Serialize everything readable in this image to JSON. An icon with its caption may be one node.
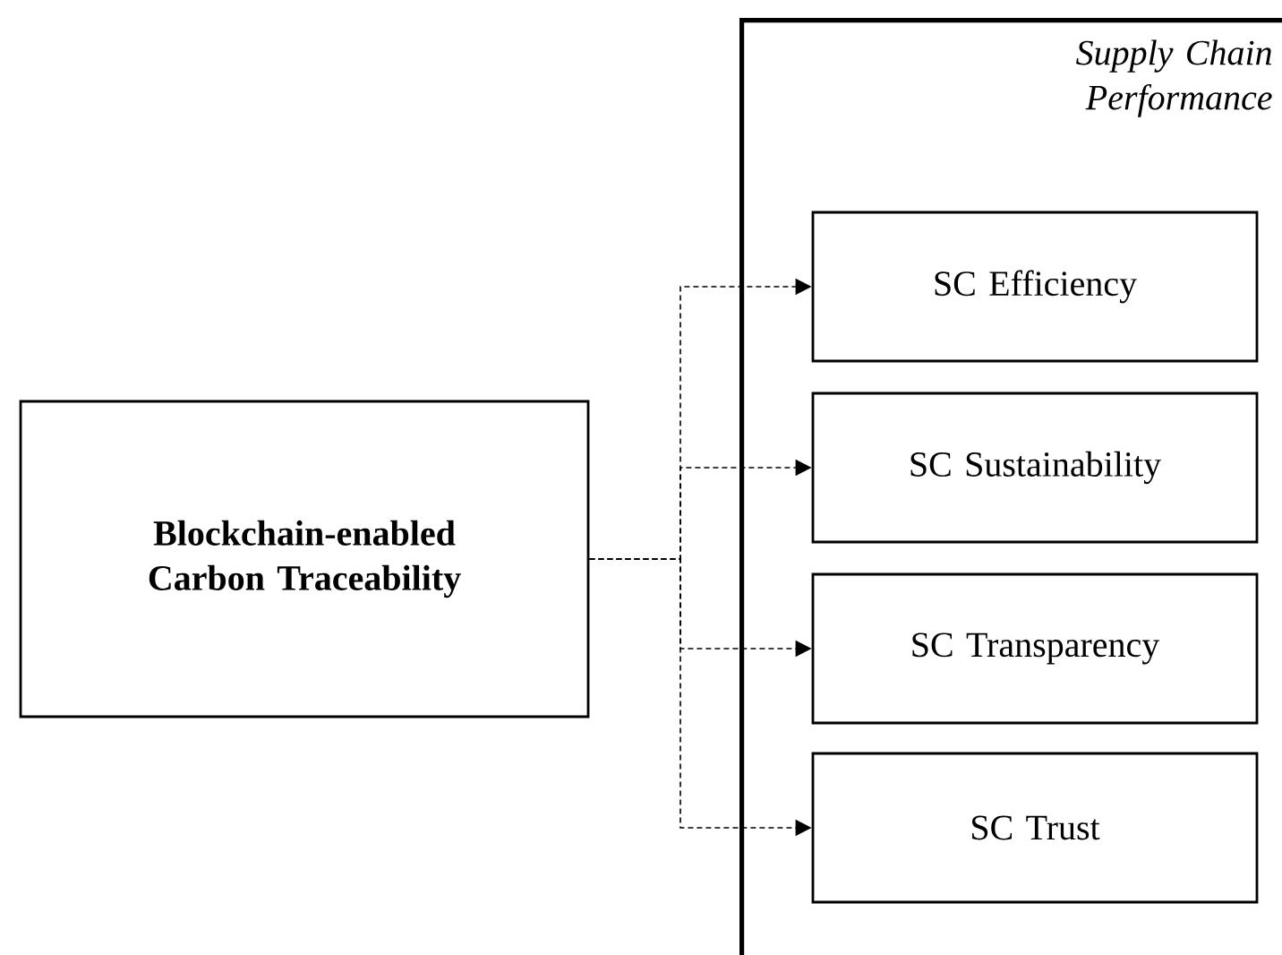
{
  "diagram": {
    "nodes": [
      {
        "text": [
          "Blockchain-enabled Carbon Traceability"
        ]
      },
      {
        "text": [
          "Supply Chain Performance"
        ]
      },
      {
        "text": [
          "SC Efficiency"
        ],
        "in": 1
      },
      {
        "text": [
          "SC Sustainability"
        ],
        "in": 1
      },
      {
        "text": [
          "SC Transparency"
        ],
        "in": 1
      },
      {
        "text": [
          "SC Trust"
        ],
        "in": 1
      }
    ],
    "edges": [
      {
        "from": 0,
        "to": 2,
        "arrow": "to",
        "style": "dashed"
      },
      {
        "from": 0,
        "to": 3,
        "arrow": "to",
        "style": "dashed"
      },
      {
        "from": 0,
        "to": 4,
        "arrow": "to",
        "style": "dashed"
      },
      {
        "from": 0,
        "to": 5,
        "arrow": "to",
        "style": "dashed"
      }
    ]
  }
}
